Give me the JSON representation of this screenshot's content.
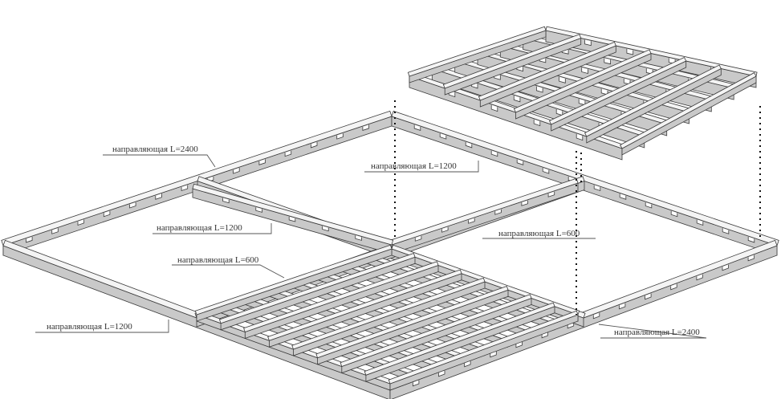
{
  "labels": [
    {
      "id": "l1",
      "text": "направляющая L=2400"
    },
    {
      "id": "l2",
      "text": "направляющая  L=1200"
    },
    {
      "id": "l3",
      "text": "направляющая  L=1200"
    },
    {
      "id": "l4",
      "text": "направляющая L=600"
    },
    {
      "id": "l5",
      "text": "направляющая L=600"
    },
    {
      "id": "l6",
      "text": "направляющая L=1200"
    },
    {
      "id": "l7",
      "text": "направляющая L=2400"
    }
  ],
  "colors": {
    "rail_top": "#f4f4f4",
    "rail_side": "#c9c9c9",
    "rail_edge": "#3a3a3a",
    "cap": "#9a9a9a"
  }
}
